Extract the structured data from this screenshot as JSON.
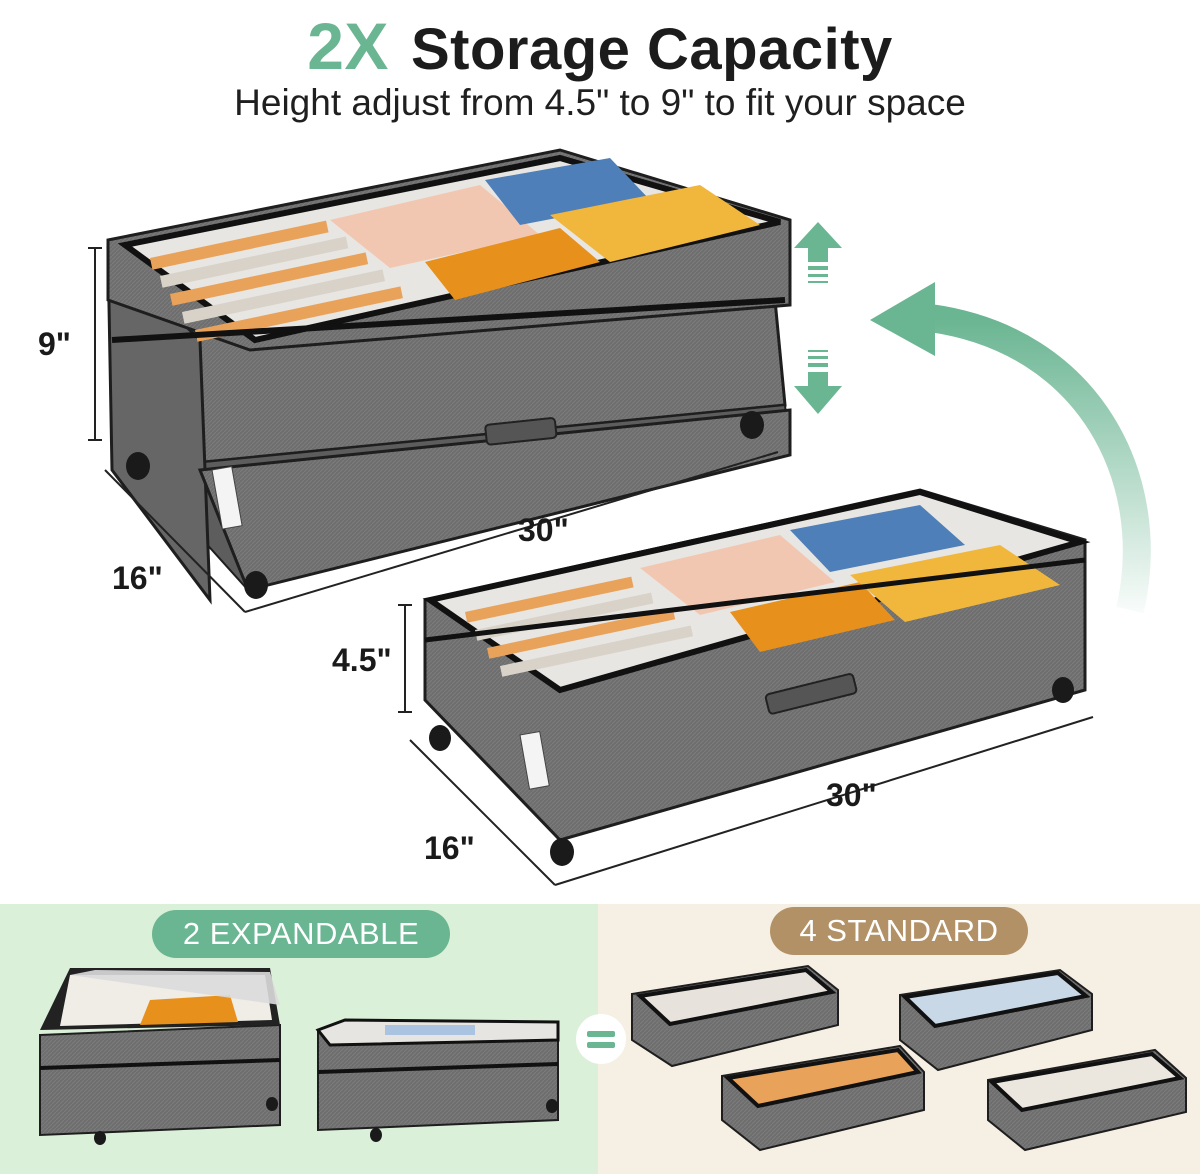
{
  "header": {
    "accent": "2X",
    "title": "Storage Capacity",
    "subtitle": "Height adjust from 4.5\" to 9\" to fit your space"
  },
  "large_box": {
    "height_label": "9\"",
    "length_label": "30\"",
    "depth_label": "16\""
  },
  "small_box": {
    "height_label": "4.5\"",
    "length_label": "30\"",
    "depth_label": "16\""
  },
  "comparison": {
    "left_label": "2 EXPANDABLE",
    "right_label": "4 STANDARD",
    "equals_icon": "equals-icon"
  },
  "colors": {
    "accent_green": "#6ab592",
    "accent_tan": "#b39166",
    "panel_green": "#dbf0d9",
    "panel_cream": "#f6efe3",
    "box_gray": "#6b6b6b",
    "box_dark": "#1e1e1e"
  },
  "icons": {
    "up_arrow": "arrow-up-icon",
    "down_arrow": "arrow-down-icon",
    "curved_arrow": "curved-arrow-icon",
    "wheel": "caster-wheel-icon"
  }
}
